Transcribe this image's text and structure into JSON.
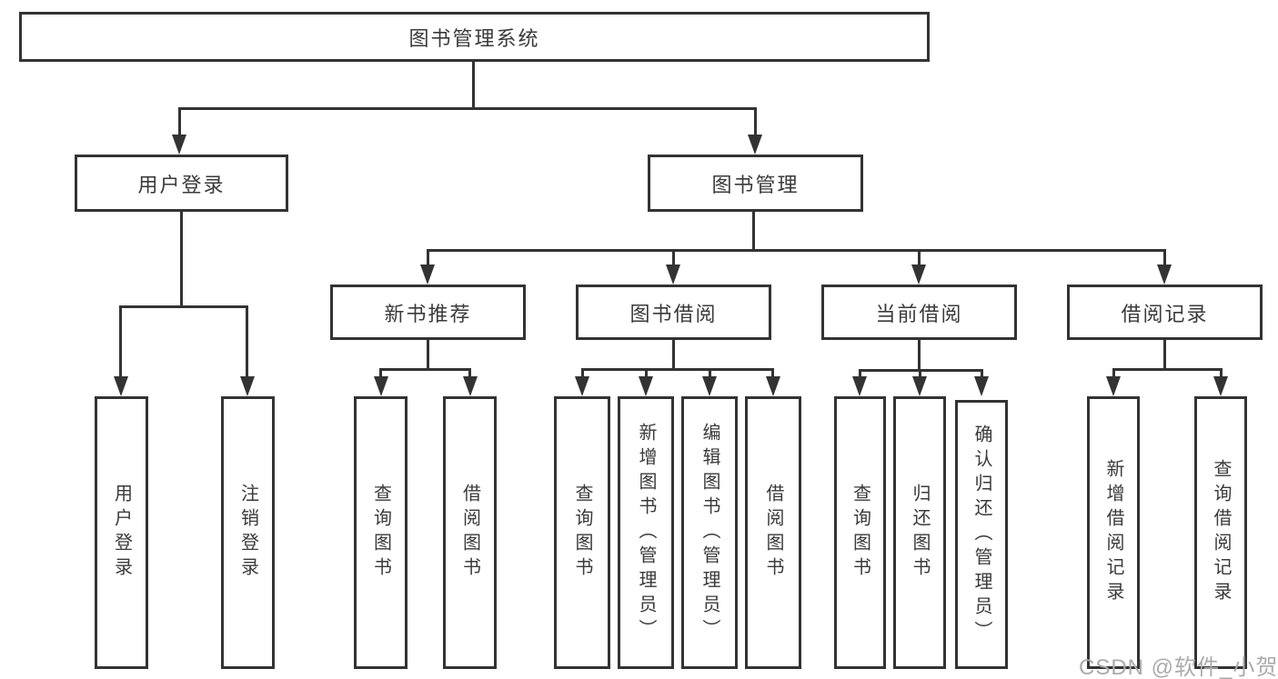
{
  "diagram": {
    "type": "hierarchy-tree",
    "root": {
      "label": "图书管理系统"
    },
    "branches": [
      {
        "label": "用户登录",
        "children": [
          "用户登录",
          "注销登录"
        ]
      },
      {
        "label": "图书管理",
        "children": [
          {
            "label": "新书推荐",
            "children": [
              "查询图书",
              "借阅图书"
            ]
          },
          {
            "label": "图书借阅",
            "children": [
              "查询图书",
              "新增图书（管理员）",
              "编辑图书（管理员）",
              "借阅图书"
            ]
          },
          {
            "label": "当前借阅",
            "children": [
              "查询图书",
              "归还图书",
              "确认归还（管理员）"
            ]
          },
          {
            "label": "借阅记录",
            "children": [
              "新增借阅记录",
              "查询借阅记录"
            ]
          }
        ]
      }
    ]
  },
  "watermark": {
    "text": "CSDN @软件_小贺同学",
    "color": "#ababab"
  },
  "colors": {
    "line": "#333333",
    "text": "#3a3a3a",
    "background": "#ffffff"
  }
}
